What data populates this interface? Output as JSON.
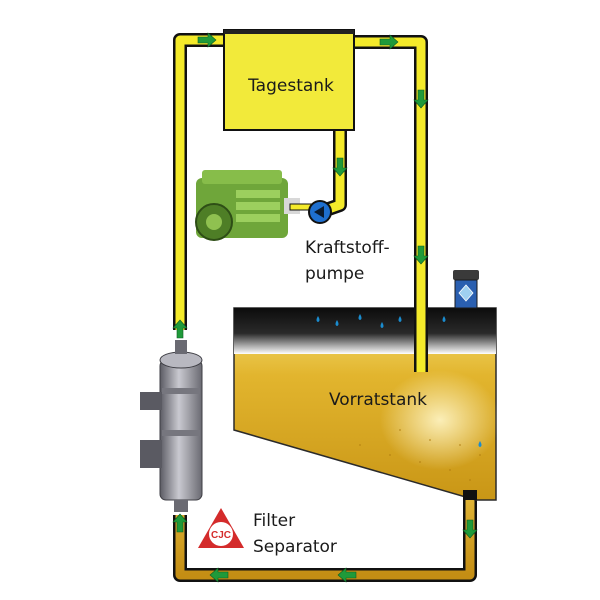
{
  "labels": {
    "day_tank": "Tagestank",
    "fuel_pump_line1": "Kraftstoff-",
    "fuel_pump_line2": "pumpe",
    "storage_tank": "Vorratstank",
    "filter_line1": "Filter",
    "filter_line2": "Separator"
  },
  "logo": {
    "text": "CJC"
  },
  "colors": {
    "pipe_fill": "#f4ea2a",
    "pipe_outline": "#111111",
    "oil_pipe_fill": "#d6a21a",
    "day_tank_fill": "#f2ea3a",
    "storage_tank_fuel": "#e0b02a",
    "storage_tank_top": "#1e1e1e",
    "flow_arrow": "#1f9a3a",
    "pump_fill": "#1e6fcf",
    "engine_green": "#6fa63a",
    "filter_steel": "#8e8e96",
    "logo_red": "#d42b2b",
    "water_drop": "#1a8ccf"
  },
  "icons": [
    "flow-arrow-icon",
    "pump-icon",
    "engine-icon",
    "filter-separator-icon",
    "level-indicator-icon",
    "water-drop-icon",
    "cjc-logo-icon"
  ]
}
